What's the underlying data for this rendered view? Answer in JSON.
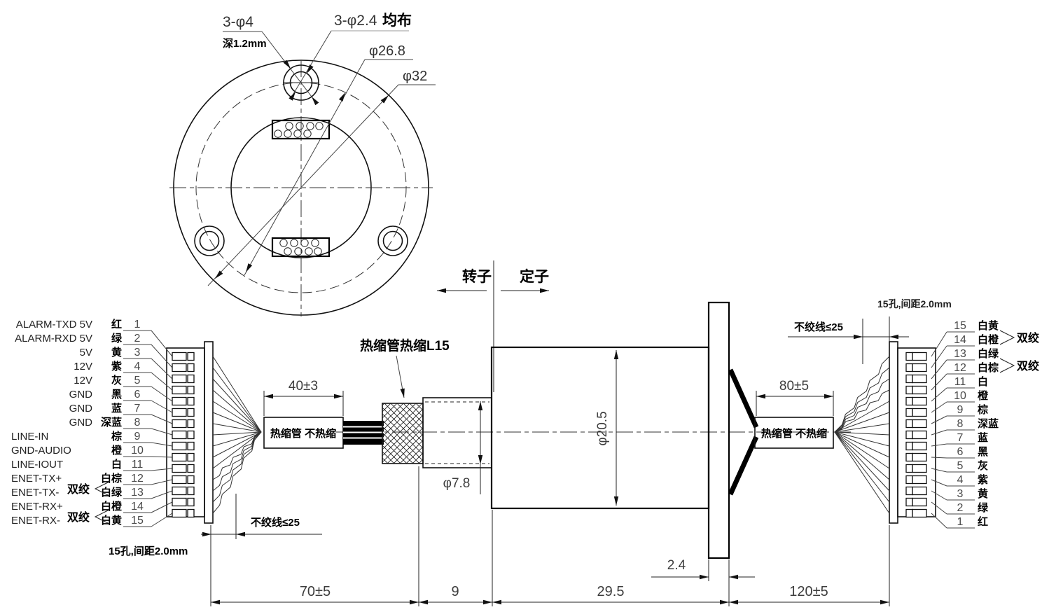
{
  "top_view": {
    "hole_spec": "3-φ4",
    "hole_depth": "深1.2mm",
    "small_holes": "3-φ2.4",
    "small_holes_suffix": "均布",
    "bolt_circle_dia": "φ26.8",
    "outer_dia": "φ32"
  },
  "side_view": {
    "rotor": "转子",
    "stator": "定子",
    "heat_shrink_callout": "热缩管热缩L15",
    "tube_left_label": "热缩管 不热缩",
    "tube_right_label": "热缩管 不热缩",
    "dim_tube_left": "40±3",
    "dim_tube_right": "80±5",
    "untwist_left": "不绞线≤25",
    "untwist_right": "不绞线≤25",
    "tube_dia": "φ7.8",
    "body_dia": "φ20.5",
    "flange_thickness": "2.4",
    "chain": [
      "70±5",
      "9",
      "29.5",
      "120±5"
    ],
    "note_left": "15孔,间距2.0mm",
    "note_right": "15孔,间距2.0mm",
    "twisted_pair_label": "双绞"
  },
  "pins": [
    {
      "num": "1",
      "signal": "ALARM-TXD 5V",
      "color": "红"
    },
    {
      "num": "2",
      "signal": "ALARM-RXD 5V",
      "color": "绿"
    },
    {
      "num": "3",
      "signal": "5V",
      "color": "黄"
    },
    {
      "num": "4",
      "signal": "12V",
      "color": "紫"
    },
    {
      "num": "5",
      "signal": "12V",
      "color": "灰"
    },
    {
      "num": "6",
      "signal": "GND",
      "color": "黑"
    },
    {
      "num": "7",
      "signal": "GND",
      "color": "蓝"
    },
    {
      "num": "8",
      "signal": "GND",
      "color": "深蓝"
    },
    {
      "num": "9",
      "signal": "LINE-IN",
      "color": "棕"
    },
    {
      "num": "10",
      "signal": "GND-AUDIO",
      "color": "橙"
    },
    {
      "num": "11",
      "signal": "LINE-IOUT",
      "color": "白"
    },
    {
      "num": "12",
      "signal": "ENET-TX+",
      "color": "白棕"
    },
    {
      "num": "13",
      "signal": "ENET-TX-",
      "color": "白绿"
    },
    {
      "num": "14",
      "signal": "ENET-RX+",
      "color": "白橙"
    },
    {
      "num": "15",
      "signal": "ENET-RX-",
      "color": "白黄"
    }
  ],
  "twisted_pairs": [
    [
      12,
      13
    ],
    [
      14,
      15
    ]
  ]
}
